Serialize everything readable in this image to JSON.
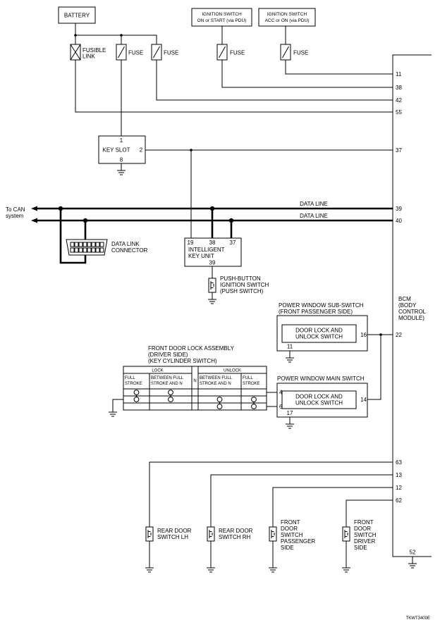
{
  "power": {
    "battery": "BATTERY",
    "ign_on_start": [
      "IGNITION SWITCH",
      "ON or START (via PDU)"
    ],
    "ign_acc_on": [
      "IGNITION SWITCH",
      "ACC or ON (via PDU)"
    ]
  },
  "fuses": {
    "fusible_link": [
      "FUSIBLE",
      "LINK"
    ],
    "fuse_1": "FUSE",
    "fuse_2": "FUSE",
    "fuse_3": "FUSE",
    "fuse_4": "FUSE"
  },
  "key_slot": {
    "label": "KEY SLOT",
    "pin_1": "1",
    "pin_2": "2",
    "pin_8": "8"
  },
  "can": {
    "to_can": [
      "To CAN",
      "system"
    ],
    "data_line_1": "DATA LINE",
    "data_line_2": "DATA LINE"
  },
  "data_link_connector": [
    "DATA LINK",
    "CONNECTOR"
  ],
  "intelligent_key_unit": {
    "label": [
      "INTELLIGENT",
      "KEY UNIT"
    ],
    "pin_19": "19",
    "pin_38": "38",
    "pin_37": "37",
    "pin_39": "39"
  },
  "push_button_switch": [
    "PUSH-BUTTON",
    "IGNITION SWITCH",
    "(PUSH SWITCH)"
  ],
  "bcm": {
    "label": [
      "BCM",
      "(BODY",
      "CONTROL",
      "MODULE)"
    ],
    "pins": {
      "t11": "11",
      "t38": "38",
      "t42": "42",
      "t55": "55",
      "t37": "37",
      "t39": "39",
      "t40": "40",
      "t22": "22",
      "t63": "63",
      "t13": "13",
      "t12": "12",
      "t62": "62",
      "t52": "52"
    }
  },
  "power_window_sub_switch": {
    "title": [
      "POWER WINDOW SUB-SWITCH",
      "(FRONT PASSENGER SIDE)"
    ],
    "inner": [
      "DOOR LOCK AND",
      "UNLOCK SWITCH"
    ],
    "pin_16": "16",
    "pin_11": "11"
  },
  "power_window_main_switch": {
    "title": "POWER WINDOW MAIN SWITCH",
    "inner": [
      "DOOR LOCK AND",
      "UNLOCK SWITCH"
    ],
    "pin_14": "14",
    "pin_4": "4",
    "pin_6": "6",
    "pin_17": "17"
  },
  "front_door_lock_assembly": {
    "title": [
      "FRONT DOOR LOCK ASSEMBLY",
      "(DRIVER SIDE)",
      "(KEY CYLINDER SWITCH)"
    ],
    "table": {
      "group_lock": "LOCK",
      "group_unlock": "UNLOCK",
      "columns": [
        [
          "FULL",
          "STROKE"
        ],
        [
          "BETWEEN FULL",
          "STROKE AND N"
        ],
        [
          "N"
        ],
        [
          "BETWEEN FULL",
          "STROKE AND N"
        ],
        [
          "FULL",
          "STROKE"
        ]
      ],
      "continuity": [
        [
          true,
          true,
          false
        ],
        [
          true,
          true,
          false
        ],
        [
          false,
          false,
          false
        ],
        [
          false,
          true,
          true
        ],
        [
          false,
          true,
          true
        ]
      ]
    }
  },
  "door_switches": {
    "rear_lh": [
      "REAR DOOR",
      "SWITCH LH"
    ],
    "rear_rh": [
      "REAR DOOR",
      "SWITCH RH"
    ],
    "front_passenger": [
      "FRONT",
      "DOOR",
      "SWITCH",
      "PASSENGER",
      "SIDE"
    ],
    "front_driver": [
      "FRONT",
      "DOOR",
      "SWITCH",
      "DRIVER",
      "SIDE"
    ]
  },
  "figure_code": "TKWT3400E",
  "colors": {
    "ink": "#000000",
    "background": "#ffffff"
  }
}
